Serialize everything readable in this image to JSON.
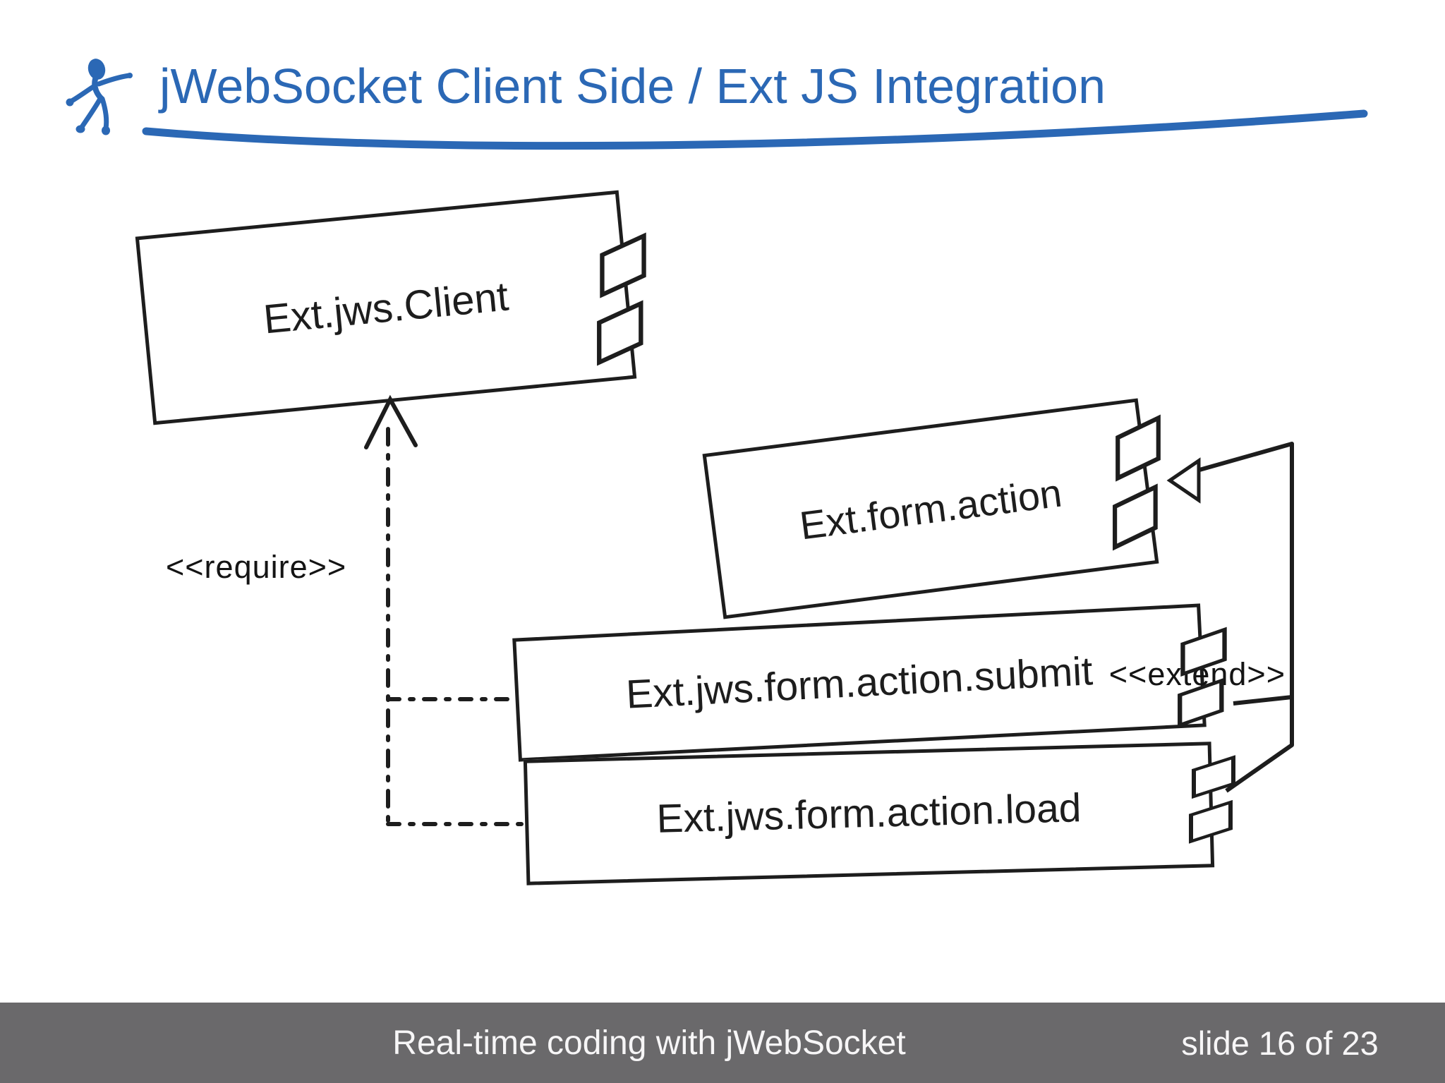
{
  "slide": {
    "title": "jWebSocket Client Side / Ext JS Integration",
    "accent_color": "#2b68b5",
    "ink_color": "#1d1d1d",
    "background_color": "#ffffff",
    "logo": "jwebsocket-splash-man"
  },
  "diagram": {
    "components": [
      {
        "label": "Ext.jws.Client"
      },
      {
        "label": "Ext.form.action"
      },
      {
        "label": "Ext.jws.form.action.submit"
      },
      {
        "label": "Ext.jws.form.action.load"
      }
    ],
    "relationships": [
      {
        "label": "<<require>>",
        "type": "require-dashed-generalization"
      },
      {
        "label": "<<extend>>",
        "type": "extend-generalization"
      }
    ]
  },
  "footer": {
    "left": "Real-time coding with jWebSocket",
    "right": "slide 16 of 23",
    "bg_color": "#6a696b",
    "text_color": "#f7f6f7"
  }
}
